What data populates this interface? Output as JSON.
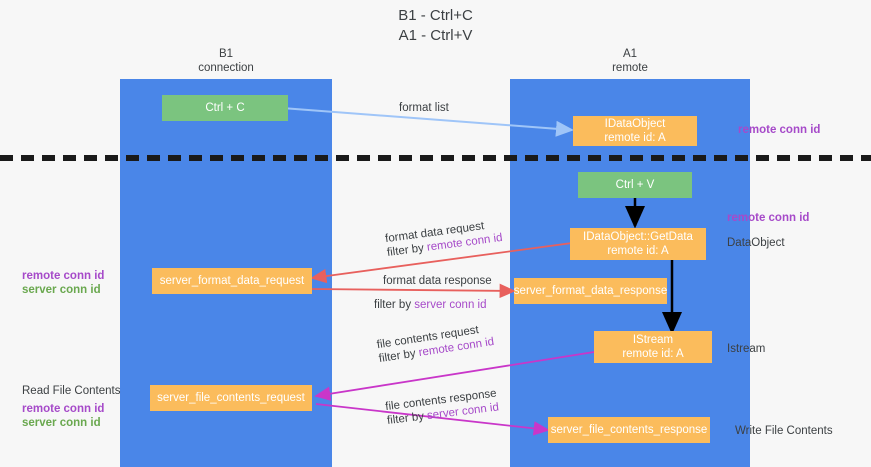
{
  "title": {
    "line1": "B1 - Ctrl+C",
    "line2": "A1 - Ctrl+V"
  },
  "columns": [
    {
      "name": "B1",
      "sub": "connection"
    },
    {
      "name": "A1",
      "sub": "remote"
    }
  ],
  "colors": {
    "lane": "#4a86e8",
    "green_box": "#7bc47f",
    "orange_box": "#fbbc5c",
    "purple_text": "#a64ac9",
    "green_text": "#6aa84f",
    "red_arrow": "#e8605d",
    "magenta_arrow": "#c936c9",
    "blue_arrow": "#9fc5f8",
    "black_arrow": "#000000",
    "text": "#3c4043"
  },
  "boxes": {
    "ctrl_c": {
      "line1": "Ctrl + C"
    },
    "idataobject": {
      "line1": "IDataObject",
      "line2": "remote id: A"
    },
    "ctrl_v": {
      "line1": "Ctrl + V"
    },
    "getdata": {
      "line1": "IDataObject::GetData",
      "line2": "remote id: A"
    },
    "server_format_data_request": {
      "line1": "server_format_data_request"
    },
    "server_format_data_response": {
      "line1": "server_format_data_response"
    },
    "istream": {
      "line1": "IStream",
      "line2": "remote id: A"
    },
    "server_file_contents_request": {
      "line1": "server_file_contents_request"
    },
    "server_file_contents_response": {
      "line1": "server_file_contents_response"
    }
  },
  "arrow_labels": {
    "format_list": "format list",
    "format_data_request": "format data request",
    "format_data_request_filter_prefix": "filter by ",
    "format_data_request_filter_key": "remote conn id",
    "format_data_response": "format data response",
    "format_data_response_filter_prefix": "filter by ",
    "format_data_response_filter_key": "server conn id",
    "file_contents_request": "file contents request",
    "file_contents_request_filter_prefix": "filter by ",
    "file_contents_request_filter_key": "remote conn id",
    "file_contents_response": "file contents response",
    "file_contents_response_filter_prefix": "filter by ",
    "file_contents_response_filter_key": "server conn id"
  },
  "right_labels": {
    "remote_conn_id_top": "remote conn id",
    "remote_conn_id_mid": "remote conn id",
    "dataobject": "DataObject",
    "istream": "Istream",
    "write_file_contents": "Write File Contents"
  },
  "left_labels": {
    "remote_conn_id_1": "remote conn id",
    "server_conn_id_1": "server conn id",
    "read_file_contents": "Read File Contents",
    "remote_conn_id_2": "remote conn id",
    "server_conn_id_2": "server conn id"
  }
}
